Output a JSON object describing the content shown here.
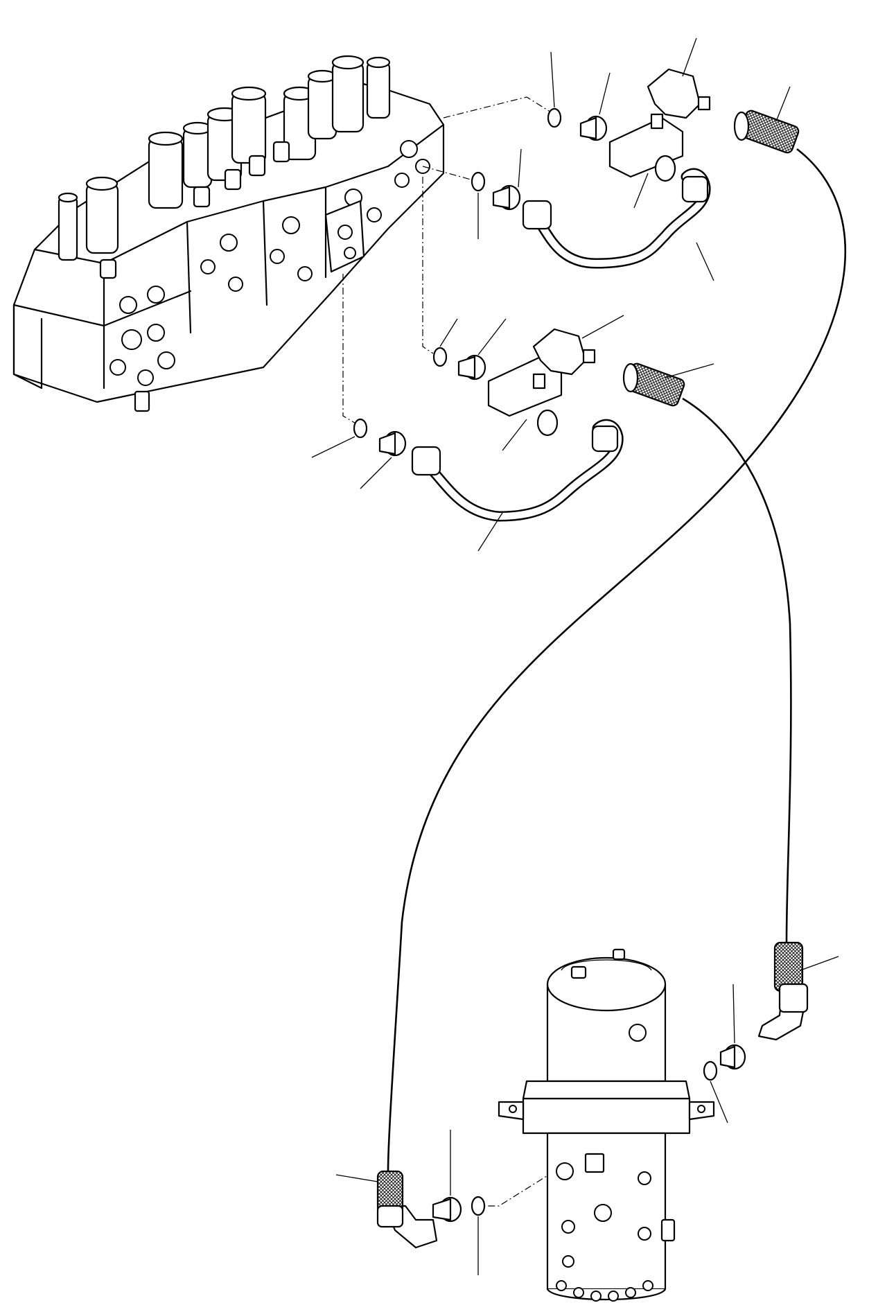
{
  "colors": {
    "line": "#000000",
    "background": "#ffffff"
  },
  "parts": [
    {
      "name": "control-valve-assembly"
    },
    {
      "name": "swivel-joint"
    },
    {
      "name": "tee-fitting-upper"
    },
    {
      "name": "tee-fitting-lower"
    },
    {
      "name": "elbow-fitting-upper"
    },
    {
      "name": "elbow-fitting-lower"
    },
    {
      "name": "tube-upper"
    },
    {
      "name": "tube-lower"
    },
    {
      "name": "hose-a"
    },
    {
      "name": "hose-b"
    }
  ]
}
